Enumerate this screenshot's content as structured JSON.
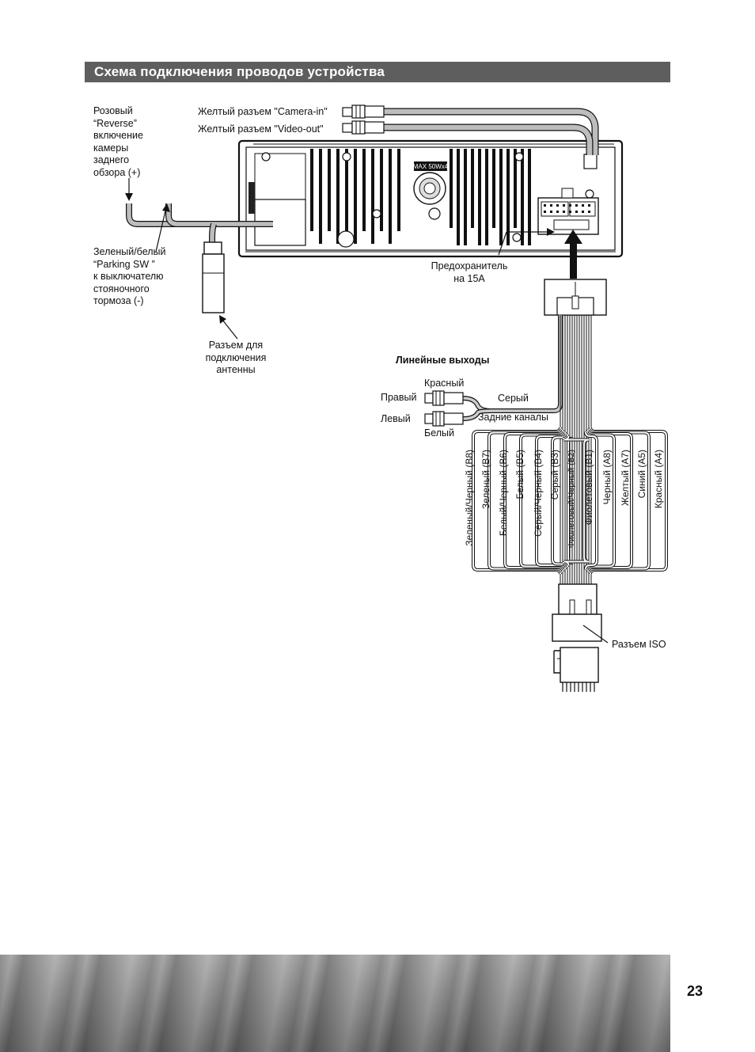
{
  "title": "Схема подключения проводов устройства",
  "page_number": "23",
  "labels": {
    "reverse": [
      "Розовый",
      "“Reverse”",
      "включение",
      "камеры",
      "заднего",
      "обзора (+)"
    ],
    "parking": [
      "Зеленый/белый",
      "“Parking SW ”",
      "к выключателю",
      "стояночного",
      "тормоза (-)"
    ],
    "antenna": [
      "Разъем для",
      "подключения",
      "антенны"
    ],
    "camera_in": "Желтый разъем \"Camera-in\"",
    "video_out": "Желтый разъем \"Video-out\"",
    "fuse": [
      "Предохранитель",
      "на 15А"
    ],
    "line_outputs": "Линейные выходы",
    "red": "Красный",
    "right": "Правый",
    "gray": "Серый",
    "left": "Левый",
    "rear_channels": "Задние каналы",
    "white": "Белый",
    "iso": "Разъем ISO",
    "device_marking": "MAX 50Wx4"
  },
  "wires": [
    "Зеленый/Черный (B8)",
    "Зеленый (B7)",
    "Белый/Черный (B6)",
    "Белый (B5)",
    "Серый/Черный (B4)",
    "Серый (B3)",
    "Фиолетовый/Черный (B2)",
    "Фиолетовый (B1)",
    "Черный (A8)",
    "Желтый (A7)",
    "Синий (A5)",
    "Красный (A4)"
  ]
}
